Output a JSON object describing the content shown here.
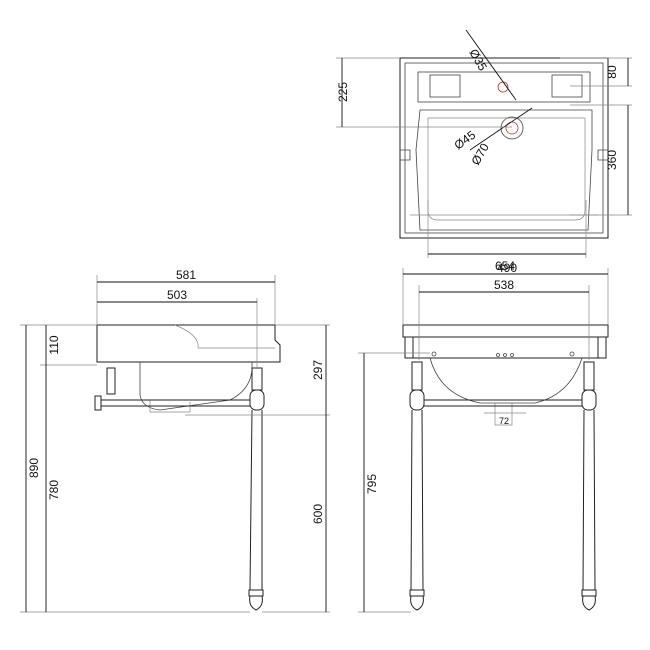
{
  "plan": {
    "dim_tap_hole": "Ø35",
    "dim_top_depth": "80",
    "dim_front_depth": "225",
    "dim_waste_small": "Ø45",
    "dim_waste_large": "Ø70",
    "dim_bowl_depth": "360",
    "dim_bowl_width": "490"
  },
  "side": {
    "dim_overall_depth": "581",
    "dim_bowl_depth": "503",
    "dim_top_thickness": "110",
    "dim_height_total": "890",
    "dim_height_leg": "780",
    "dim_rail_drop": "297",
    "dim_leg_lower": "600"
  },
  "front": {
    "dim_overall_width": "654",
    "dim_leg_spacing": "538",
    "dim_height": "795",
    "dim_waste": "72"
  }
}
